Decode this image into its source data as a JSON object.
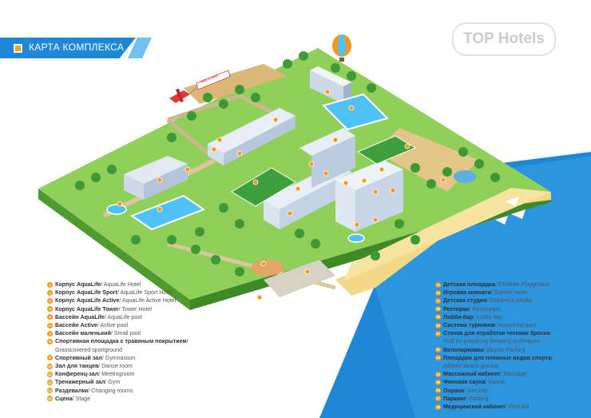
{
  "header": {
    "title": "КАРТА КОМПЛЕКСА"
  },
  "watermark": {
    "text": "TOP Hotels"
  },
  "colors": {
    "sea": "#1e88d6",
    "grass": "#7cc24a",
    "building": "#e7eef7",
    "marker": "#f39a1b",
    "sand": "#f1d986"
  },
  "plane_banner": {
    "text": "WELCOME"
  },
  "legend": {
    "left": [
      {
        "num": "1",
        "ru": "Корпус AquaLife",
        "en": " / AquaLife Hotel"
      },
      {
        "num": "2",
        "ru": "Корпус AquaLife Sport",
        "en": " / AquaLife Sport  Hotel"
      },
      {
        "num": "3",
        "ru": "Корпус AquaLife Active",
        "en": " / AquaLife Active Hotel"
      },
      {
        "num": "4",
        "ru": "Корпус AquaLife Tower",
        "en": " / Tower Hotel"
      },
      {
        "num": "5",
        "ru": "Бассейн AquaLife",
        "en": " / AquaLife pool"
      },
      {
        "num": "6",
        "ru": "Бассейн Active",
        "en": " / Active pool"
      },
      {
        "num": "7",
        "ru": "Бассейн маленький",
        "en": " / Small pool"
      },
      {
        "num": "8",
        "ru": "Спортивная площадка с травяным покрытием",
        "en": " /"
      },
      {
        "num": "",
        "ru": "",
        "en": "Grasscovered sportground"
      },
      {
        "num": "9",
        "ru": "Спортивный зал",
        "en": " / Gymnasium"
      },
      {
        "num": "10",
        "ru": "Зал для танцев",
        "en": " / Dance room"
      },
      {
        "num": "11",
        "ru": "Конференц-зал",
        "en": " / Meetingroom"
      },
      {
        "num": "12",
        "ru": "Тренажерный зал",
        "en": " / Gym"
      },
      {
        "num": "13",
        "ru": "Раздевалки",
        "en": " / Changing rooms"
      },
      {
        "num": "14",
        "ru": "Сцена",
        "en": " / Stage"
      }
    ],
    "right": [
      {
        "num": "15",
        "ru": "Детская площадка",
        "en": " / Children Playground"
      },
      {
        "num": "16",
        "ru": "Игровая комната",
        "en": " / Games room"
      },
      {
        "num": "17",
        "ru": "Детская студия",
        "en": " / Children's Studio"
      },
      {
        "num": "18",
        "ru": "Ресторан",
        "en": " / Restaurant"
      },
      {
        "num": "19",
        "ru": "Лобби-бар",
        "en": " / Lobby Bar"
      },
      {
        "num": "20",
        "ru": "Система турников",
        "en": " / Horizontal bars"
      },
      {
        "num": "21",
        "ru": "Стенка для отработки техники броска",
        "en": " /"
      },
      {
        "num": "",
        "ru": "",
        "en": "Wall for practicing throwing techniques"
      },
      {
        "num": "22",
        "ru": "Велопарковка",
        "en": " / Bicycle Parking"
      },
      {
        "num": "23",
        "ru": "Площадка для пляжных видов спорта",
        "en": " /"
      },
      {
        "num": "",
        "ru": "",
        "en": "Athletic beach ground"
      },
      {
        "num": "24",
        "ru": "Массажный кабинет",
        "en": " / Massage"
      },
      {
        "num": "25",
        "ru": "Финская сауна",
        "en": " / Sauna"
      },
      {
        "num": "26",
        "ru": "Охрана",
        "en": " / Security"
      },
      {
        "num": "27",
        "ru": "Паркинг",
        "en": " / Parking"
      },
      {
        "num": "28",
        "ru": "Медицинский кабинет",
        "en": " / First Aid"
      }
    ]
  }
}
